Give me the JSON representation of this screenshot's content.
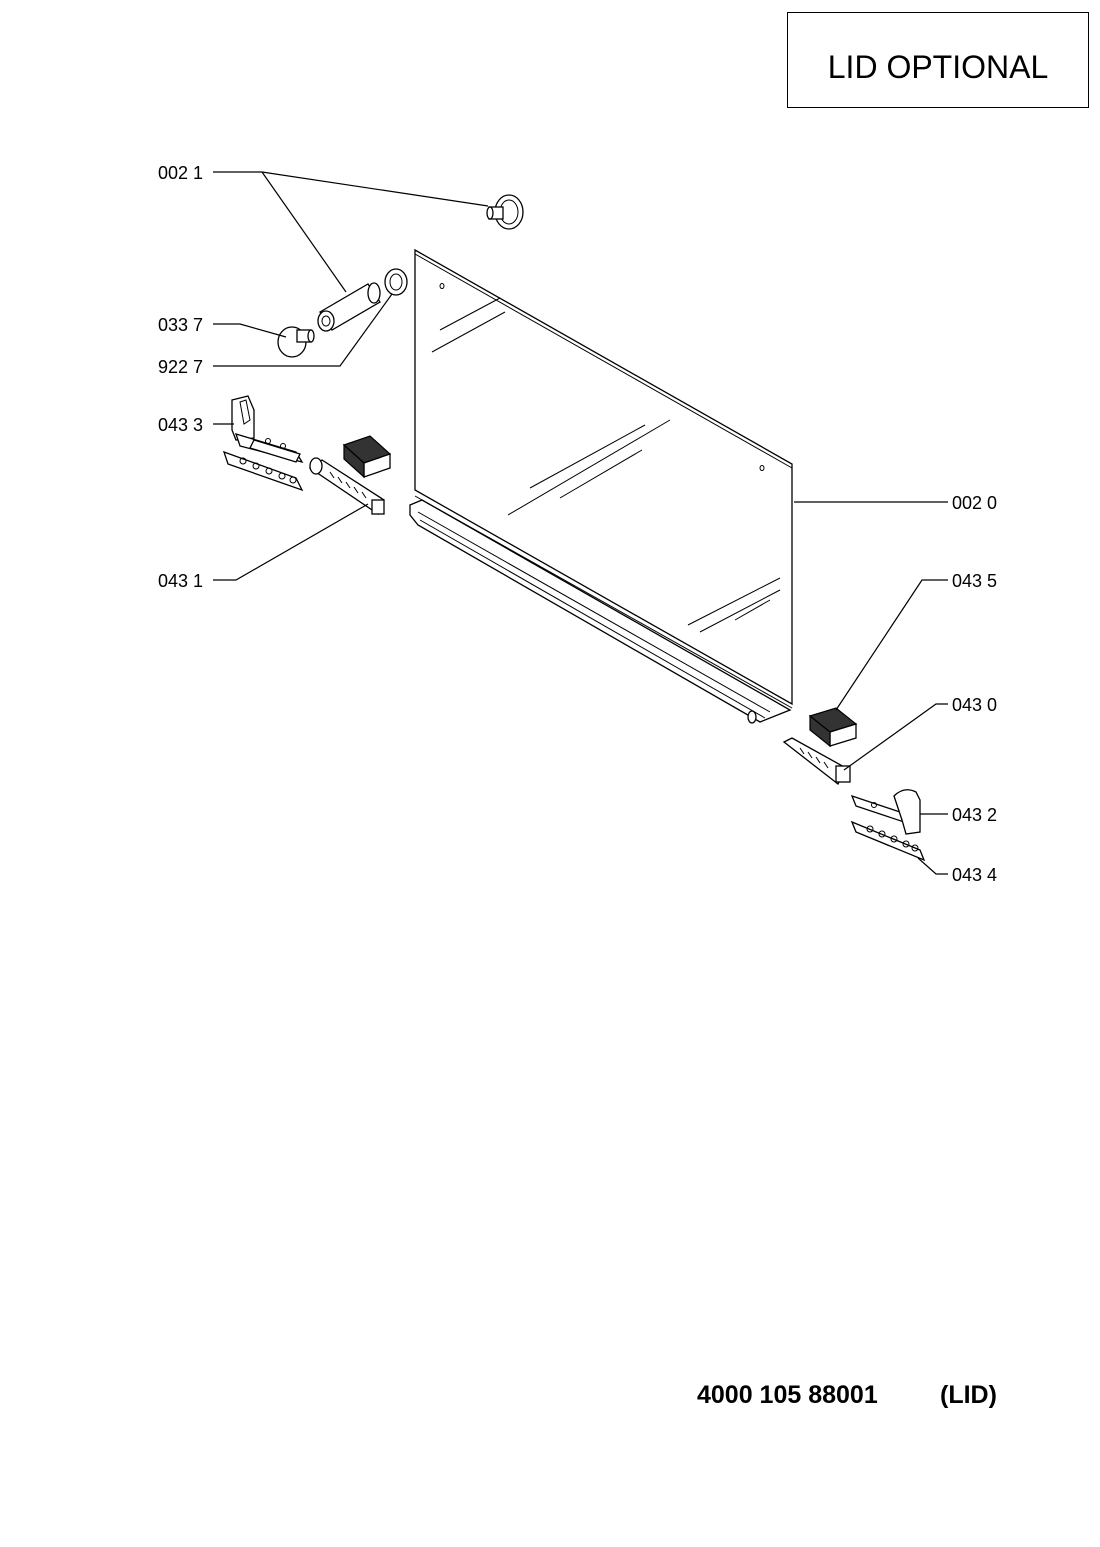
{
  "header": {
    "title": "LID OPTIONAL"
  },
  "footer": {
    "code": "4000 105 88001",
    "tag": "(LID)"
  },
  "callouts": [
    {
      "id": "c0021",
      "label": "002 1"
    },
    {
      "id": "c0337",
      "label": "033 7"
    },
    {
      "id": "c9227",
      "label": "922 7"
    },
    {
      "id": "c0433",
      "label": "043 3"
    },
    {
      "id": "c0431",
      "label": "043 1"
    },
    {
      "id": "c0020",
      "label": "002 0"
    },
    {
      "id": "c0435",
      "label": "043 5"
    },
    {
      "id": "c0430",
      "label": "043 0"
    },
    {
      "id": "c0432",
      "label": "043 2"
    },
    {
      "id": "c0434",
      "label": "043 4"
    }
  ]
}
